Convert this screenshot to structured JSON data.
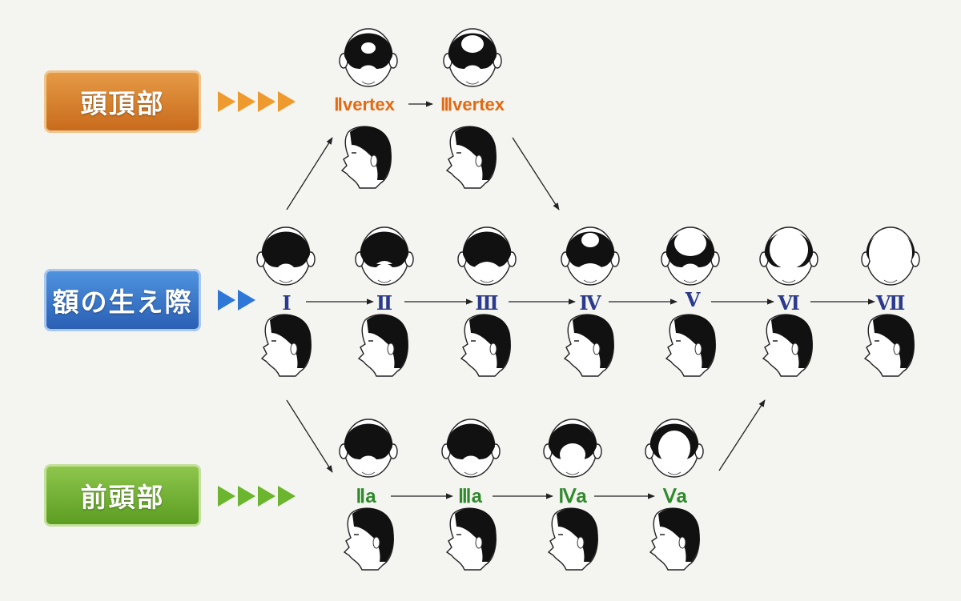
{
  "categories": {
    "vertex": {
      "label": "頭頂部",
      "color": "#d9802c"
    },
    "hairline": {
      "label": "額の生え際",
      "color": "#3a78cc"
    },
    "frontal": {
      "label": "前頭部",
      "color": "#73b33a"
    }
  },
  "stages": {
    "vertex": [
      "Ⅱvertex",
      "Ⅲvertex"
    ],
    "hairline": [
      "Ⅰ",
      "Ⅱ",
      "Ⅲ",
      "Ⅳ",
      "Ⅴ",
      "Ⅵ",
      "Ⅶ"
    ],
    "frontal": [
      "Ⅱa",
      "Ⅲa",
      "Ⅳa",
      "Ⅴa"
    ]
  },
  "icons": {
    "head_top": "head-top-view-icon",
    "head_side": "head-side-view-icon"
  },
  "colors": {
    "vertex_label": "#e26a12",
    "hairline_label": "#2b3a8c",
    "frontal_label": "#2f8a2b",
    "background": "#f4f4f1"
  }
}
